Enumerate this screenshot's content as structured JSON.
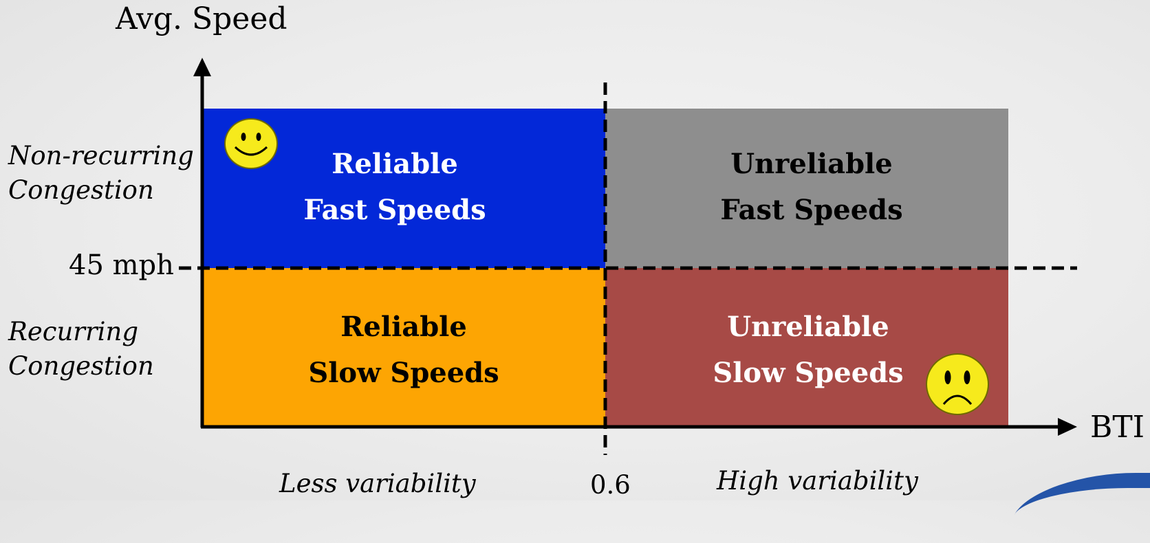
{
  "y_axis": {
    "title": "Avg. Speed"
  },
  "x_axis": {
    "title": "BTI"
  },
  "threshold_speed": "45 mph",
  "threshold_bti": "0.6",
  "row_labels": {
    "top": [
      "Non-recurring",
      "Congestion"
    ],
    "bottom": [
      "Recurring",
      "Congestion"
    ]
  },
  "column_labels": {
    "left": "Less variability",
    "right": "High variability"
  },
  "quadrants": {
    "top_left": {
      "lines": [
        "Reliable",
        "Fast Speeds"
      ],
      "color": "#0328d8",
      "text_color": "#ffffff"
    },
    "top_right": {
      "lines": [
        "Unreliable",
        "Fast Speeds"
      ],
      "color": "#8e8e8e",
      "text_color": "#000000"
    },
    "bottom_left": {
      "lines": [
        "Reliable",
        "Slow Speeds"
      ],
      "color": "#fda503",
      "text_color": "#000000"
    },
    "bottom_right": {
      "lines": [
        "Unreliable",
        "Slow Speeds"
      ],
      "color": "#a74a46",
      "text_color": "#ffffff"
    }
  },
  "icons": {
    "happy": "happy-face-icon",
    "sad": "sad-face-icon"
  }
}
